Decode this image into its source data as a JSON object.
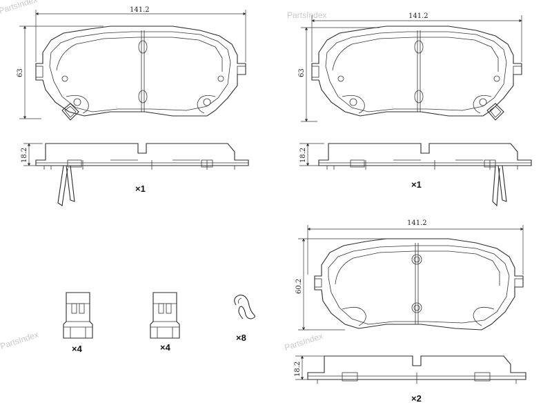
{
  "watermark": "PartsIndex",
  "views": {
    "pad_top_left": {
      "width": "141.2",
      "height": "63"
    },
    "pad_side_left": {
      "thickness": "18.2",
      "quantity": "×1"
    },
    "pad_top_right": {
      "width": "141.2",
      "height": "63"
    },
    "pad_side_right": {
      "thickness": "18.2",
      "quantity": "×1"
    },
    "pad_top_bottom": {
      "width": "141.2",
      "height": "60.2"
    },
    "pad_side_bottom": {
      "thickness": "18.2",
      "quantity": "×2"
    }
  },
  "accessories": {
    "clip_a": {
      "quantity": "×4"
    },
    "clip_b": {
      "quantity": "×4"
    },
    "spring": {
      "quantity": "×8"
    }
  }
}
